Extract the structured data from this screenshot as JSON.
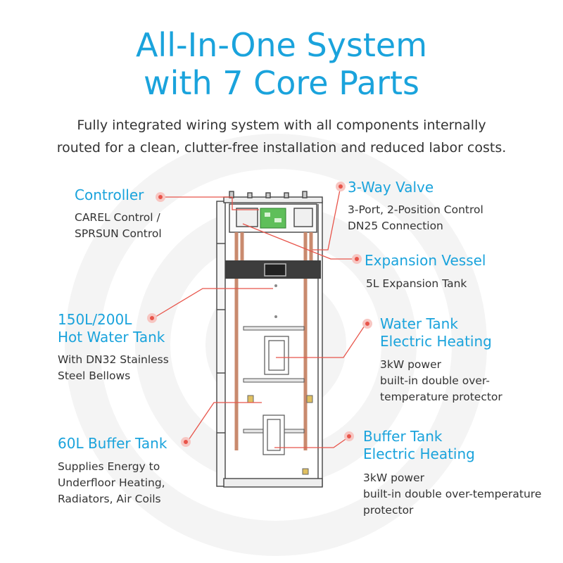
{
  "header": {
    "title_line1": "All-In-One System",
    "title_line2": "with 7 Core Parts",
    "subtitle_line1": "Fully integrated wiring system with all components internally",
    "subtitle_line2": "routed for a clean, clutter-free installation and reduced labor costs."
  },
  "parts": {
    "controller": {
      "label": "Controller",
      "desc_line1": "CAREL Control /",
      "desc_line2": "SPRSUN Control"
    },
    "valve": {
      "label": "3-Way Valve",
      "desc_line1": "3-Port, 2-Position Control",
      "desc_line2": "DN25 Connection"
    },
    "expansion": {
      "label": "Expansion Vessel",
      "desc_line1": "5L Expansion Tank"
    },
    "hot_water_tank": {
      "label_line1": "150L/200L",
      "label_line2": "Hot Water Tank",
      "desc_line1": "With DN32 Stainless",
      "desc_line2": "Steel Bellows"
    },
    "water_heating": {
      "label_line1": "Water Tank",
      "label_line2": "Electric Heating",
      "desc_line1": "3kW power",
      "desc_line2": "built-in double over-",
      "desc_line3": "temperature protector"
    },
    "buffer_tank": {
      "label": "60L Buffer Tank",
      "desc_line1": "Supplies Energy to",
      "desc_line2": "Underfloor Heating,",
      "desc_line3": "Radiators, Air Coils"
    },
    "buffer_heating": {
      "label_line1": "Buffer Tank",
      "label_line2": "Electric Heating",
      "desc_line1": "3kW power",
      "desc_line2": "built-in double over-temperature",
      "desc_line3": "protector"
    }
  },
  "colors": {
    "title": "#1aa3dc",
    "text": "#333333",
    "leader": "#e8544a",
    "ring": "#f2f2f2"
  }
}
